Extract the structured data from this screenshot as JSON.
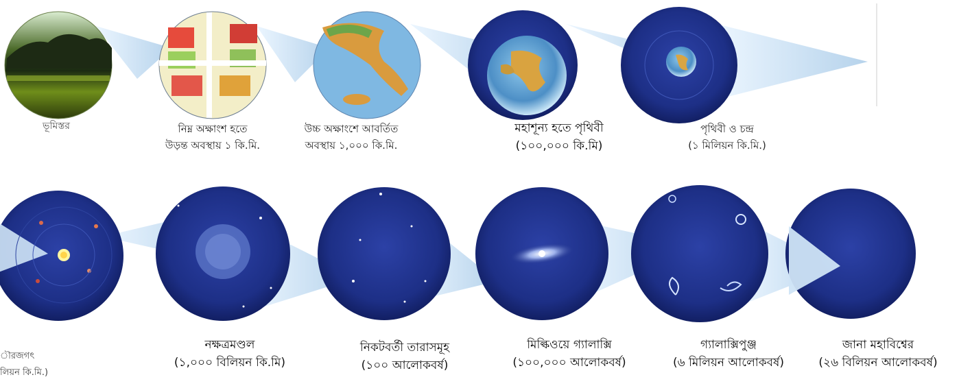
{
  "row1": [
    {
      "name": "landscape",
      "line1": "ভূমিস্তর",
      "line2": ""
    },
    {
      "name": "city-1km",
      "line1": "নিম্ন অক্ষাংশ হতে",
      "line2": "উড়ন্ত অবস্থায় ১ কি.মি."
    },
    {
      "name": "italy-1000km",
      "line1": "উচ্চ অক্ষাংশে আবর্তিত",
      "line2": "অবস্থায় ১,০০০ কি.মি."
    },
    {
      "name": "earth-space",
      "line1": "মহাশূন্য হতে পৃথিবী",
      "line2": "(১০০,০০০ কি.মি)"
    },
    {
      "name": "earth-moon",
      "line1": "পৃথিবী ও চন্দ্র",
      "line2": "(১ মিলিয়ন কি.মি.)"
    }
  ],
  "row2_left_partial": {
    "line1": "ৗরজগৎ",
    "line2": "লিয়ন কি.মি.)"
  },
  "row2": [
    {
      "name": "solar-system",
      "line1": "",
      "line2": ""
    },
    {
      "name": "constellation",
      "line1": "নক্ষত্রমণ্ডল",
      "line2": "(১,০০০ বিলিয়ন কি.মি)"
    },
    {
      "name": "nearby-stars",
      "line1": "নিকটবর্তী তারাসমূহ",
      "line2": "(১০০ আলোকবর্ষ)"
    },
    {
      "name": "milky-way",
      "line1": "মিল্কিওয়ে গ্যালাক্সি",
      "line2": "(১০০,০০০ আলোকবর্ষ)"
    },
    {
      "name": "galaxy-cluster",
      "line1": "গ্যালাক্সিপুঞ্জ",
      "line2": "(৬ মিলিয়ন আলোকবর্ষ)"
    },
    {
      "name": "known-universe",
      "line1": "জানা মহাবিশ্বের",
      "line2": "(২৬ বিলিয়ন আলোকবর্ষ)"
    }
  ],
  "colors": {
    "space": "#1d2f86",
    "space_edge": "#121f63",
    "cone": "#b9d8f0",
    "cone_edge": "#4a6f99",
    "caption": "#2a2a2a"
  }
}
